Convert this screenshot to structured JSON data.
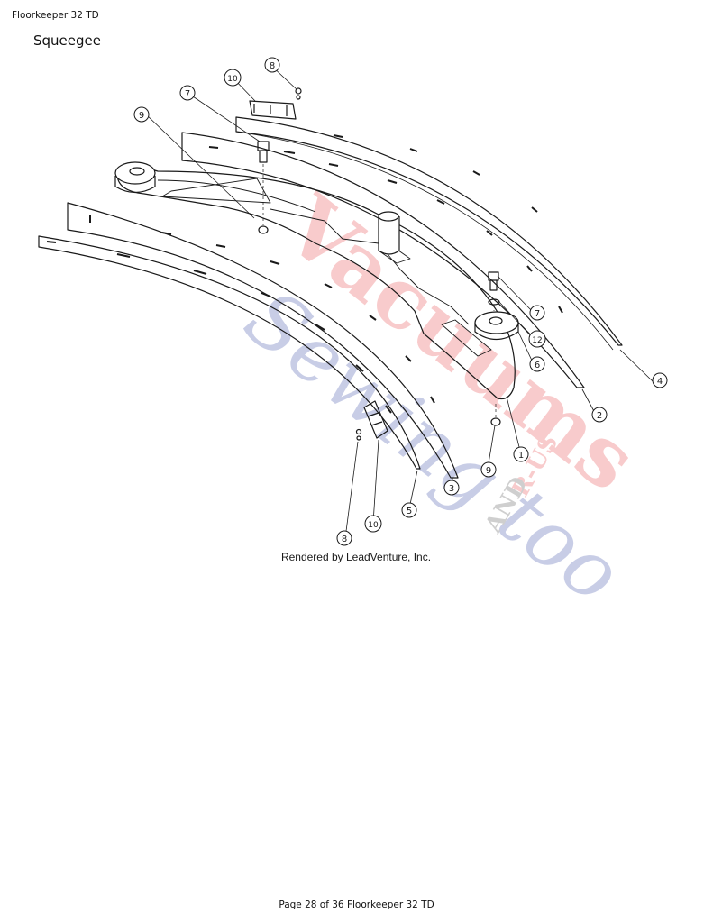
{
  "header": {
    "doc_title": "Floorkeeper 32 TD",
    "section_title": "Squeegee"
  },
  "diagram": {
    "credit": "Rendered by LeadVenture, Inc.",
    "callouts": [
      "1",
      "2",
      "3",
      "4",
      "5",
      "6",
      "7",
      "7",
      "8",
      "8",
      "9",
      "9",
      "10",
      "10",
      "12"
    ],
    "watermark": {
      "line1": "Vacuums",
      "line2": "Sewing too",
      "line3": "R-US",
      "line4": "AND"
    },
    "colors": {
      "ink": "#1a1a1a",
      "watermark_red": "#e8484a",
      "watermark_blue": "#3d4fa8"
    }
  },
  "footer": {
    "page_label": "Page 28 of 36 Floorkeeper 32 TD"
  }
}
